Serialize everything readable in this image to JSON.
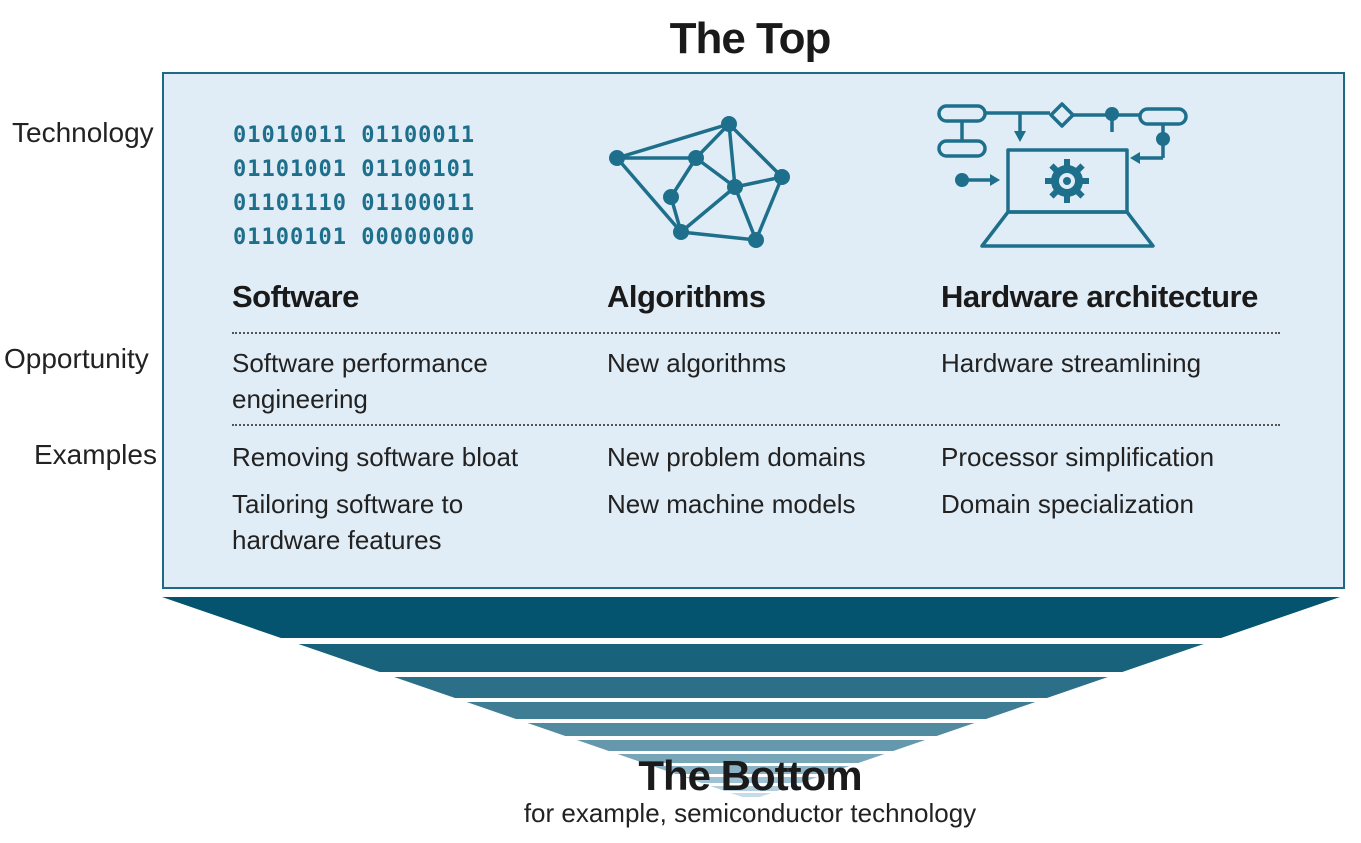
{
  "top_title": "The Top",
  "row_labels": {
    "technology": "Technology",
    "opportunity": "Opportunity",
    "examples": "Examples"
  },
  "binary_lines": [
    "01010011 01100011",
    "01101001 01100101",
    "01101110 01100011",
    "01100101 00000000"
  ],
  "columns": [
    {
      "heading": "Software",
      "opportunity": [
        "Software performance",
        "engineering"
      ],
      "examples": [
        "Removing software bloat",
        "Tailoring software to",
        "hardware features"
      ]
    },
    {
      "heading": "Algorithms",
      "opportunity": [
        "New algorithms"
      ],
      "examples": [
        "New problem domains",
        "New machine models"
      ]
    },
    {
      "heading": "Hardware architecture",
      "opportunity": [
        "Hardware streamlining"
      ],
      "examples": [
        "Processor simplification",
        "Domain specialization"
      ]
    }
  ],
  "icons": [
    "network-graph-icon",
    "laptop-gear-flowchart-icon"
  ],
  "bottom_title": "The Bottom",
  "bottom_subtitle": "for example, semiconductor technology",
  "colors": {
    "accent": "#1e6f8b",
    "panel_bg": "#e1edf6",
    "stripe_dark": "#05546f",
    "stripe_light": "#c5dcea"
  }
}
